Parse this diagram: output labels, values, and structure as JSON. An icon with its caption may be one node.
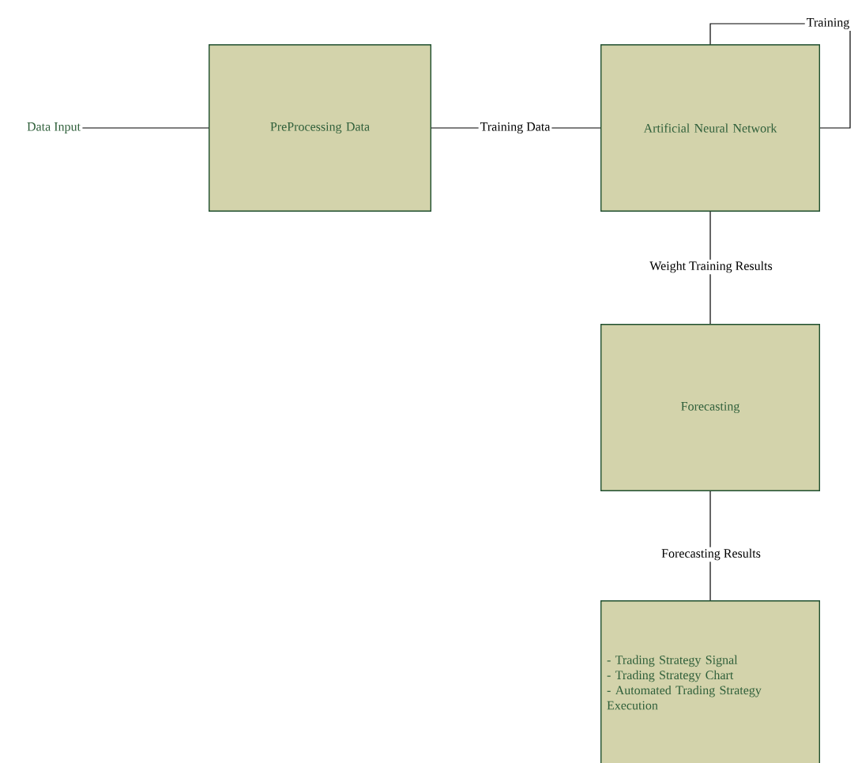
{
  "diagram": {
    "nodes": [
      {
        "text": [
          "Data Input"
        ]
      },
      {
        "text": [
          "PreProcessing Data"
        ]
      },
      {
        "text": [
          "Artificial Neural Network"
        ]
      },
      {
        "text": [
          "Forecasting"
        ]
      },
      {
        "text": [
          "- Trading Strategy Signal",
          "- Trading Strategy Chart",
          "- Automated Trading Strategy Execution"
        ]
      }
    ],
    "edges": [
      {
        "from": 0,
        "to": 1,
        "arrow": "none"
      },
      {
        "from": 1,
        "to": 2,
        "arrow": "none",
        "label": "Training Data"
      },
      {
        "from": 2,
        "to": 2,
        "arrow": "none",
        "label": "Training"
      },
      {
        "from": 2,
        "to": 3,
        "arrow": "none",
        "label": "Weight Training Results"
      },
      {
        "from": 3,
        "to": 4,
        "arrow": "none",
        "label": "Forecasting Results"
      }
    ]
  }
}
